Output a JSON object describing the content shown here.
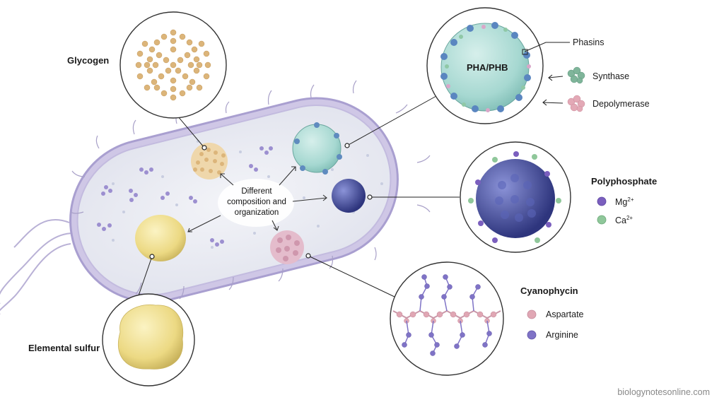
{
  "labels": {
    "glycogen": "Glycogen",
    "pha_phb": "PHA/PHB",
    "phasins": "Phasins",
    "synthase": "Synthase",
    "depolymerase": "Depolymerase",
    "polyphosphate": "Polyphosphate",
    "mg": "Mg",
    "mg_charge": "2+",
    "ca": "Ca",
    "ca_charge": "2+",
    "cyanophycin": "Cyanophycin",
    "aspartate": "Aspartate",
    "arginine": "Arginine",
    "elemental_sulfur": "Elemental sulfur",
    "center_line1": "Different",
    "center_line2": "composition and",
    "center_line3": "organization"
  },
  "footer": "biologynotesonline.com",
  "colors": {
    "glycogen": "#e3c08a",
    "pha": "#a9dcd6",
    "polyphosphate": "#3e4a9a",
    "mg": "#7b5fbe",
    "ca": "#8fc79a",
    "aspartate": "#e0a7b4",
    "arginine": "#7f73c6",
    "sulfur": "#f1e08e",
    "cell_wall": "#bcb3da",
    "cytoplasm": "#eef0f4",
    "synthase": "#7fb59a",
    "depolymerase": "#e3a9b6"
  }
}
